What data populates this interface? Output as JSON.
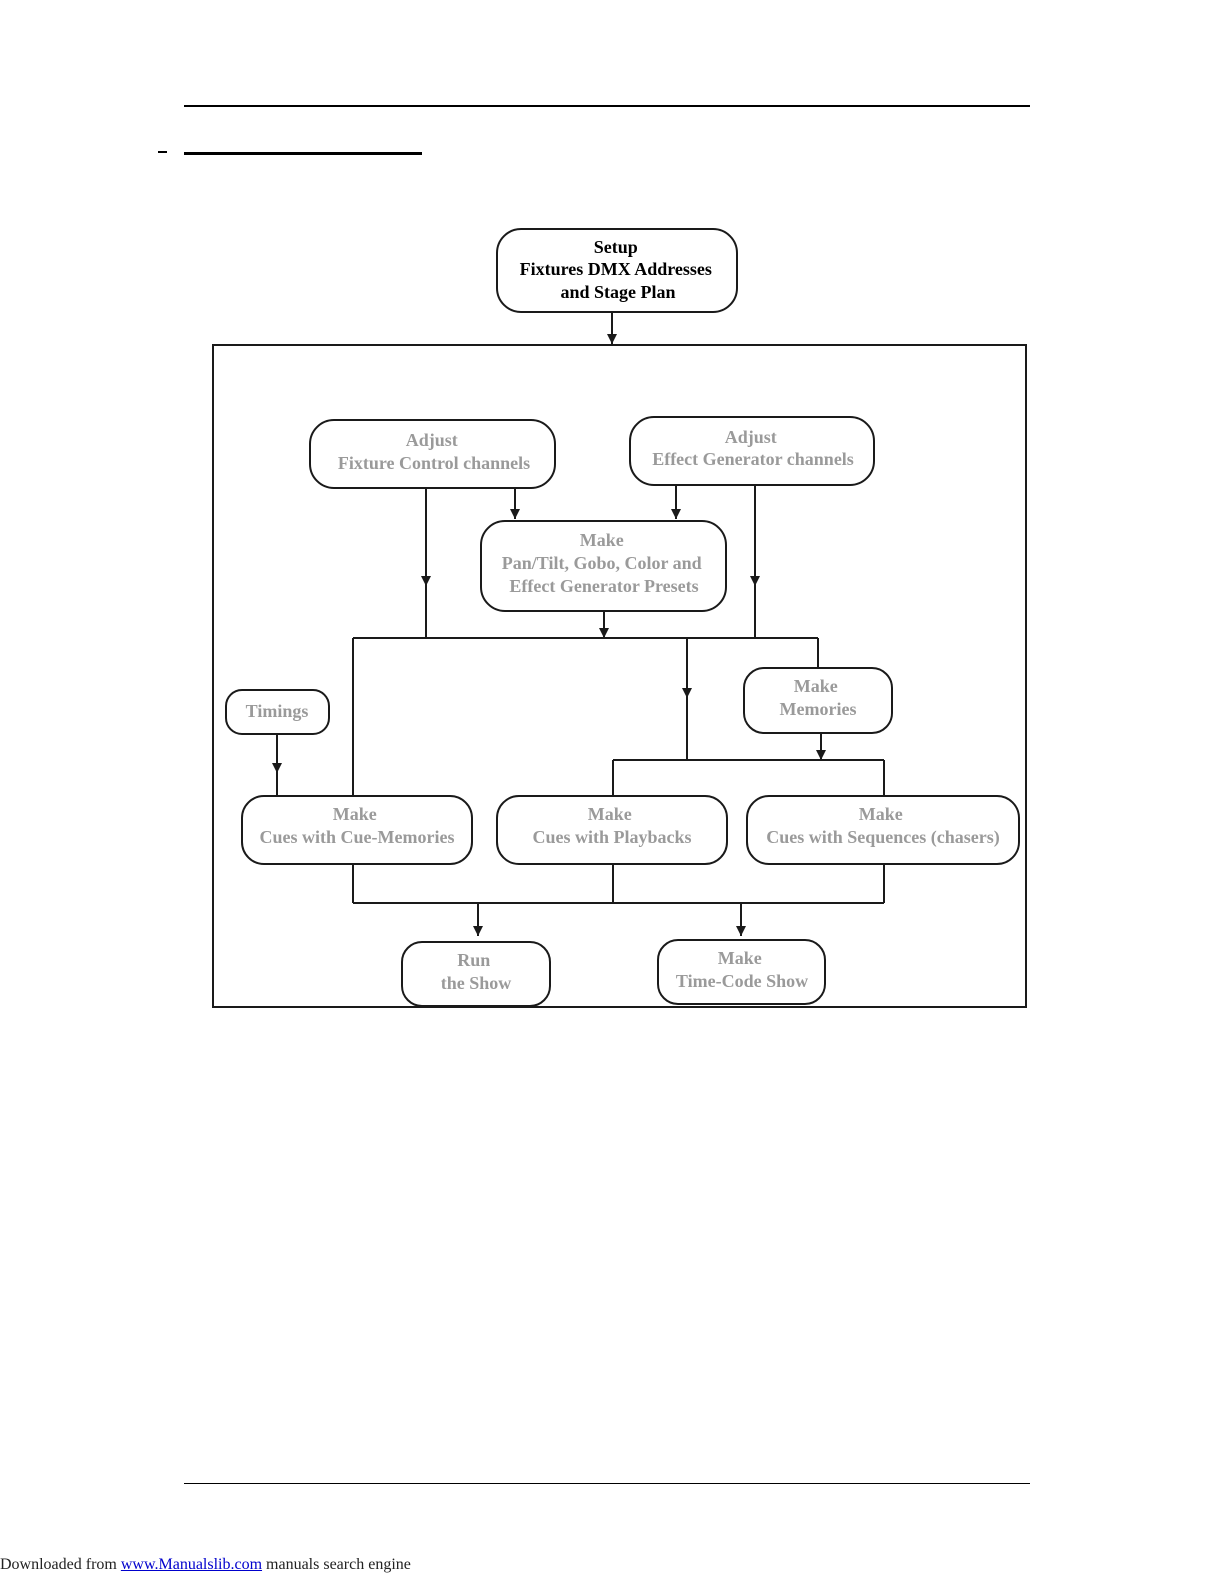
{
  "flowchart": {
    "nodes": {
      "setup": {
        "lines": [
          "Setup",
          "Fixtures DMX Addresses",
          "and Stage Plan"
        ]
      },
      "adjust_fixture": {
        "lines": [
          "Adjust",
          "Fixture Control channels"
        ]
      },
      "adjust_effect": {
        "lines": [
          "Adjust",
          "Effect Generator channels"
        ]
      },
      "make_presets": {
        "lines": [
          "Make",
          "Pan/Tilt, Gobo, Color and",
          "Effect Generator Presets"
        ]
      },
      "make_memories": {
        "lines": [
          "Make",
          "Memories"
        ]
      },
      "timings": {
        "lines": [
          "Timings"
        ]
      },
      "cues_memories": {
        "lines": [
          "Make",
          "Cues with Cue-Memories"
        ]
      },
      "cues_playbacks": {
        "lines": [
          "Make",
          "Cues with Playbacks"
        ]
      },
      "cues_sequences": {
        "lines": [
          "Make",
          "Cues with Sequences (chasers)"
        ]
      },
      "run_show": {
        "lines": [
          "Run",
          "the Show"
        ]
      },
      "timecode_show": {
        "lines": [
          "Make",
          "Time-Code Show"
        ]
      }
    }
  },
  "footer": {
    "prefix": "Downloaded from",
    "link": "www.Manualslib.com",
    "suffix": " manuals search engine"
  }
}
